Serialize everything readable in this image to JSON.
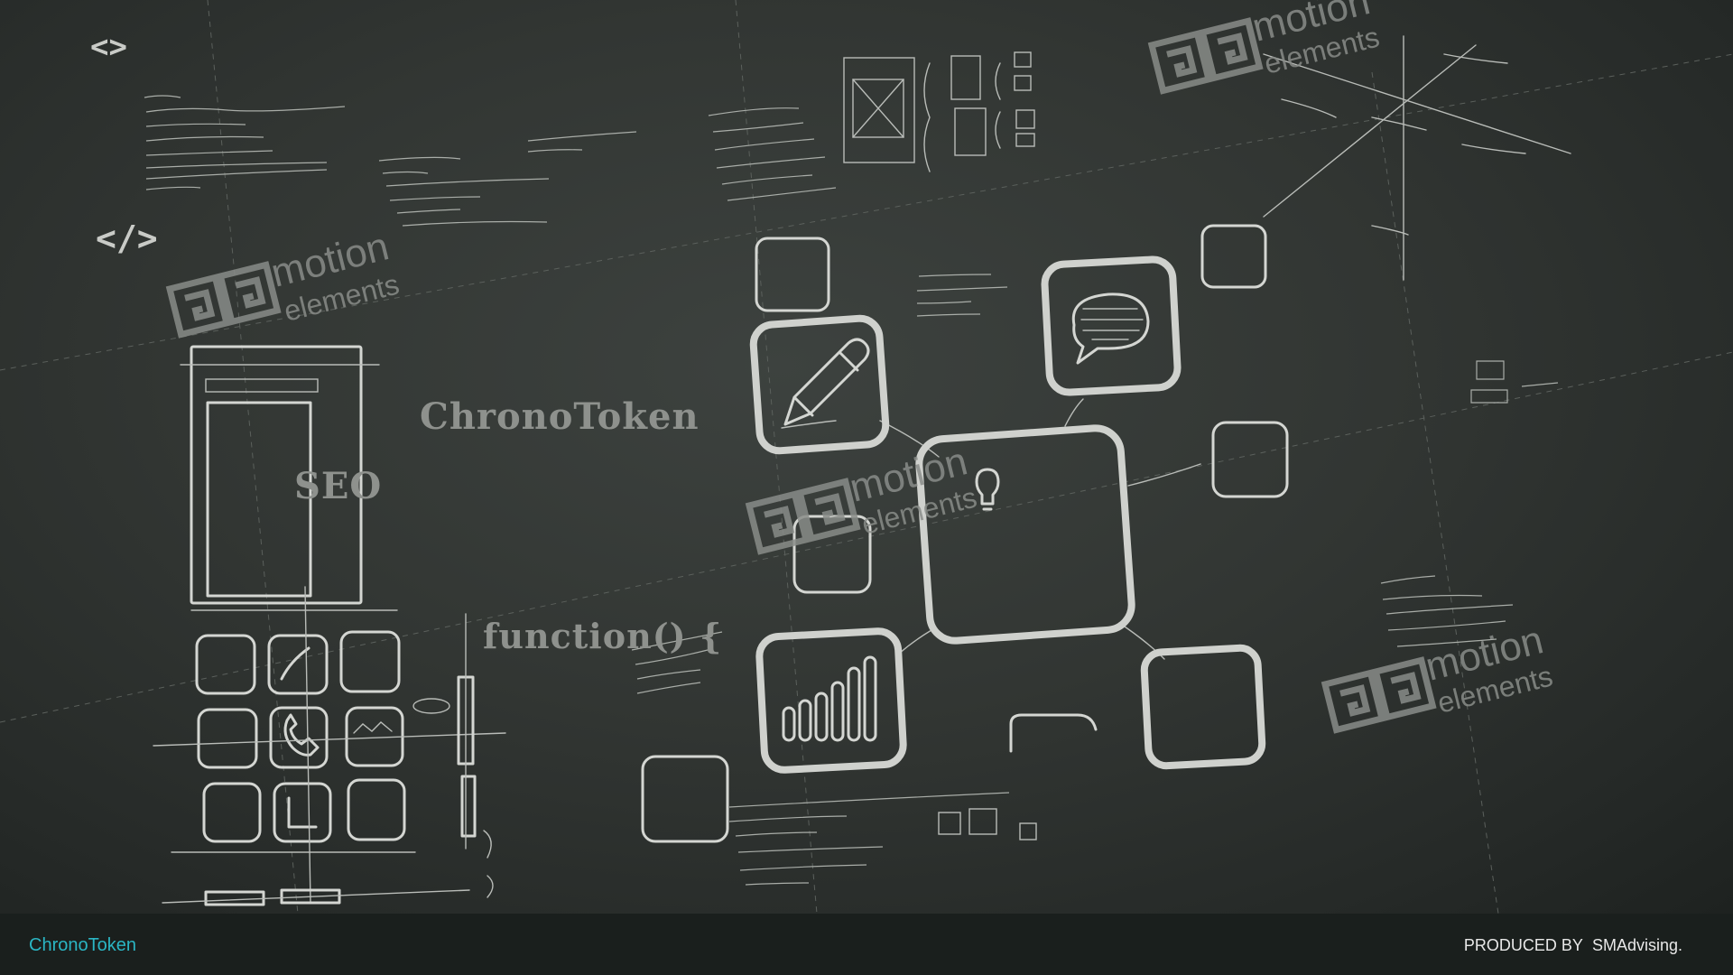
{
  "board": {
    "headline": "ChronoToken",
    "seo_label": "SEO",
    "function_label": "function() {",
    "open_tag": "<>",
    "close_tag": "</>"
  },
  "watermark": {
    "line1": "motion",
    "line2": "elements"
  },
  "footer": {
    "brand": "ChronoToken",
    "produced_label": "PRODUCED BY",
    "producer": "SMAdvising."
  },
  "colors": {
    "brand_accent": "#2bb6c4",
    "chalkboard": "#323633",
    "chalk": "#d4d6d2",
    "footer_bg": "#1a1f1d"
  },
  "icons": [
    "pencil-icon",
    "speech-bubble-icon",
    "lightbulb-icon",
    "bar-chart-icon",
    "phone-icon"
  ]
}
